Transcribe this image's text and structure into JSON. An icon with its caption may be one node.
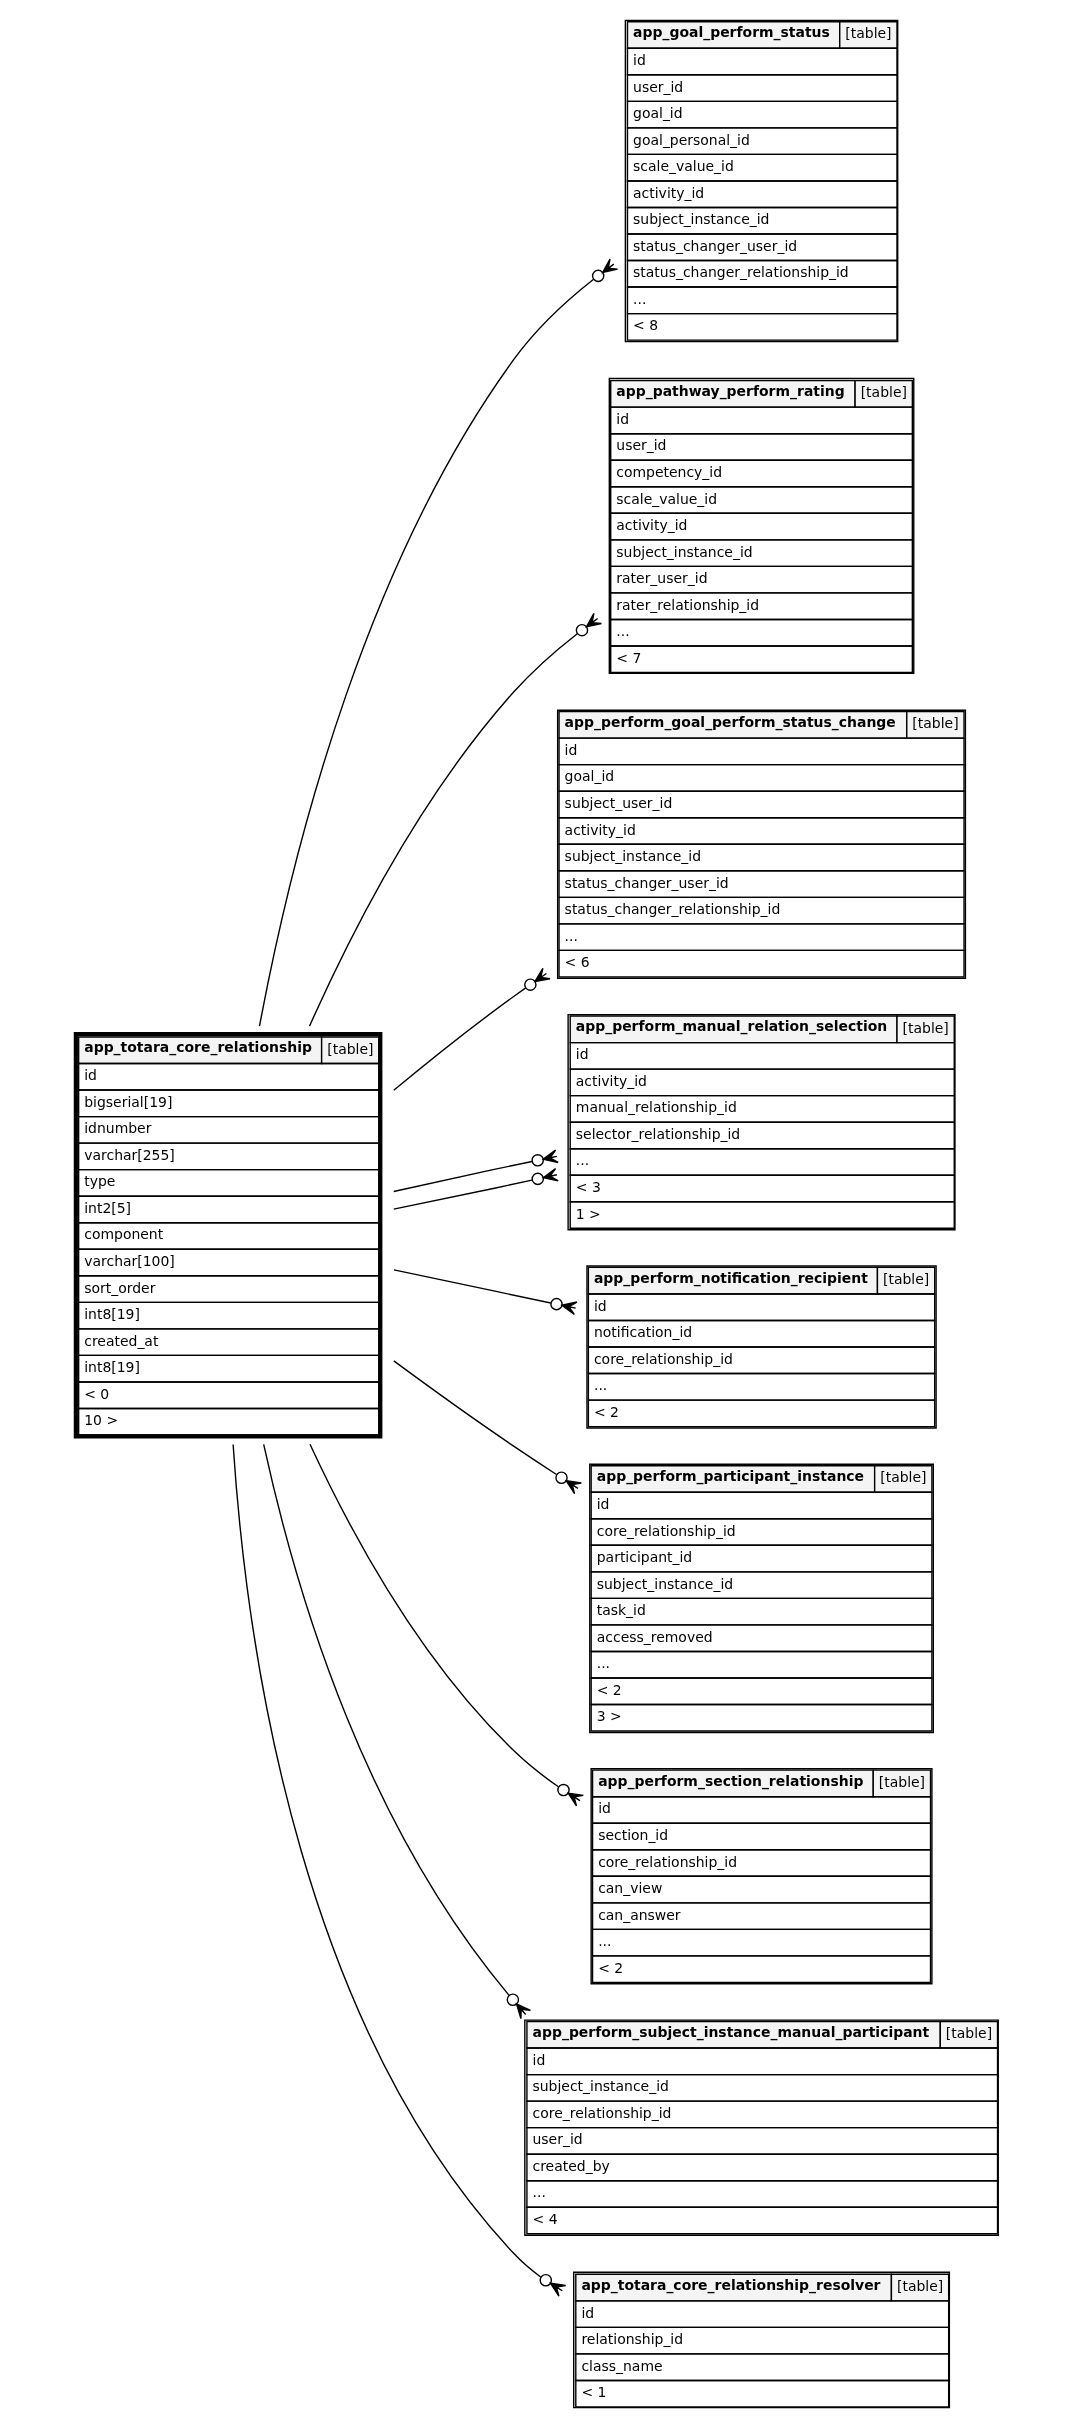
{
  "diagram": {
    "nodes": [
      {
        "text": [
          "app_goal_perform_status",
          "[table]",
          "id",
          "user_id",
          "goal_id",
          "goal_personal_id",
          "scale_value_id",
          "activity_id",
          "subject_instance_id",
          "status_changer_user_id",
          "status_changer_relationship_id",
          "...",
          "< 8"
        ]
      },
      {
        "text": [
          "app_pathway_perform_rating",
          "[table]",
          "id",
          "user_id",
          "competency_id",
          "scale_value_id",
          "activity_id",
          "subject_instance_id",
          "rater_user_id",
          "rater_relationship_id",
          "...",
          "< 7"
        ]
      },
      {
        "text": [
          "app_perform_goal_perform_status_change",
          "[table]",
          "id",
          "goal_id",
          "subject_user_id",
          "activity_id",
          "subject_instance_id",
          "status_changer_user_id",
          "status_changer_relationship_id",
          "...",
          "< 6"
        ]
      },
      {
        "text": [
          "app_perform_manual_relation_selection",
          "[table]",
          "id",
          "activity_id",
          "manual_relationship_id",
          "selector_relationship_id",
          "...",
          "< 3",
          "1 >"
        ]
      },
      {
        "text": [
          "app_totara_core_relationship",
          "[table]",
          "id",
          "bigserial[19]",
          "idnumber",
          "varchar[255]",
          "type",
          "int2[5]",
          "component",
          "varchar[100]",
          "sort_order",
          "int8[19]",
          "created_at",
          "int8[19]",
          "< 0",
          "10 >"
        ]
      },
      {
        "text": [
          "app_perform_notification_recipient",
          "[table]",
          "id",
          "notification_id",
          "core_relationship_id",
          "...",
          "< 2"
        ]
      },
      {
        "text": [
          "app_perform_participant_instance",
          "[table]",
          "id",
          "core_relationship_id",
          "participant_id",
          "subject_instance_id",
          "task_id",
          "access_removed",
          "...",
          "< 2",
          "3 >"
        ]
      },
      {
        "text": [
          "app_perform_section_relationship",
          "[table]",
          "id",
          "section_id",
          "core_relationship_id",
          "can_view",
          "can_answer",
          "...",
          "< 2"
        ]
      },
      {
        "text": [
          "app_perform_subject_instance_manual_participant",
          "[table]",
          "id",
          "subject_instance_id",
          "core_relationship_id",
          "user_id",
          "created_by",
          "...",
          "< 4"
        ]
      },
      {
        "text": [
          "app_totara_core_relationship_resolver",
          "[table]",
          "id",
          "relationship_id",
          "class_name",
          "< 1"
        ]
      }
    ],
    "edges": [
      {
        "from": 0,
        "to": 4,
        "arrow": "other"
      },
      {
        "from": 1,
        "to": 4,
        "arrow": "other"
      },
      {
        "from": 2,
        "to": 4,
        "arrow": "other"
      },
      {
        "from": 3,
        "to": 4,
        "arrow": "other"
      },
      {
        "from": 3,
        "to": 4,
        "arrow": "other"
      },
      {
        "from": 5,
        "to": 4,
        "arrow": "other"
      },
      {
        "from": 6,
        "to": 4,
        "arrow": "other"
      },
      {
        "from": 7,
        "to": 4,
        "arrow": "other"
      },
      {
        "from": 8,
        "to": 4,
        "arrow": "other"
      },
      {
        "from": 9,
        "to": 4,
        "arrow": "other"
      }
    ]
  }
}
